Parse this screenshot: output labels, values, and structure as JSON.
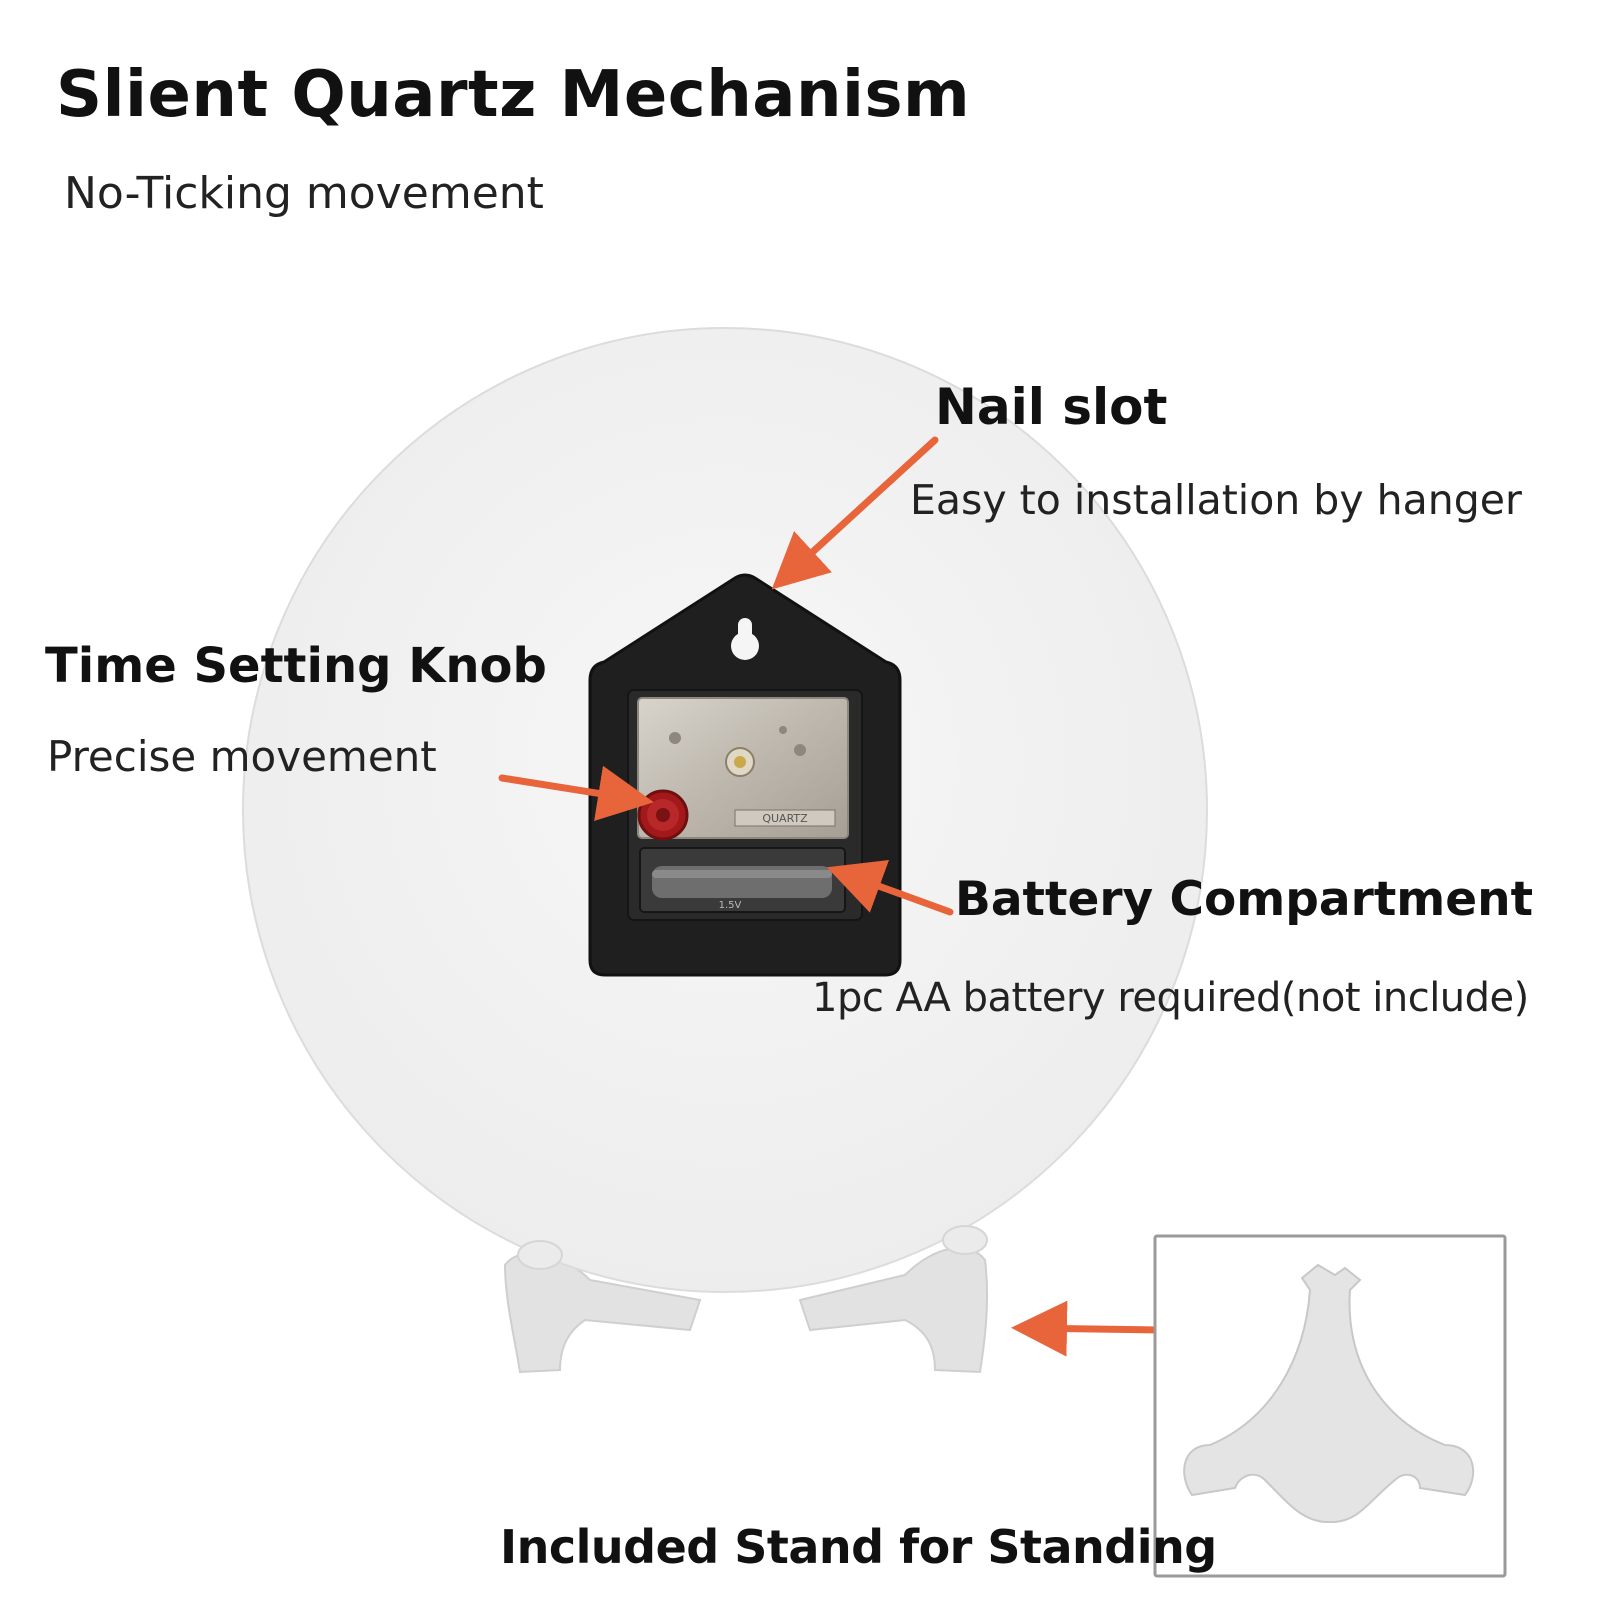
{
  "header": {
    "title": "Slient Quartz Mechanism",
    "subtitle": "No-Ticking movement"
  },
  "callouts": {
    "nail_slot": {
      "title": "Nail slot",
      "desc": "Easy to installation by hanger"
    },
    "time_knob": {
      "title": "Time Setting Knob",
      "desc": "Precise movement"
    },
    "battery": {
      "title": "Battery Compartment",
      "desc": "1pc AA battery required(not include)"
    },
    "stand": {
      "title": "Included Stand for Standing"
    }
  },
  "mechanism_markings": {
    "brand_text": "QUARTZ",
    "battery_text": "1.5V"
  },
  "colors": {
    "arrow": "#e8643a",
    "knob": "#a3191b",
    "housing": "#1f1f1f",
    "disc": "#f1f1f1"
  }
}
